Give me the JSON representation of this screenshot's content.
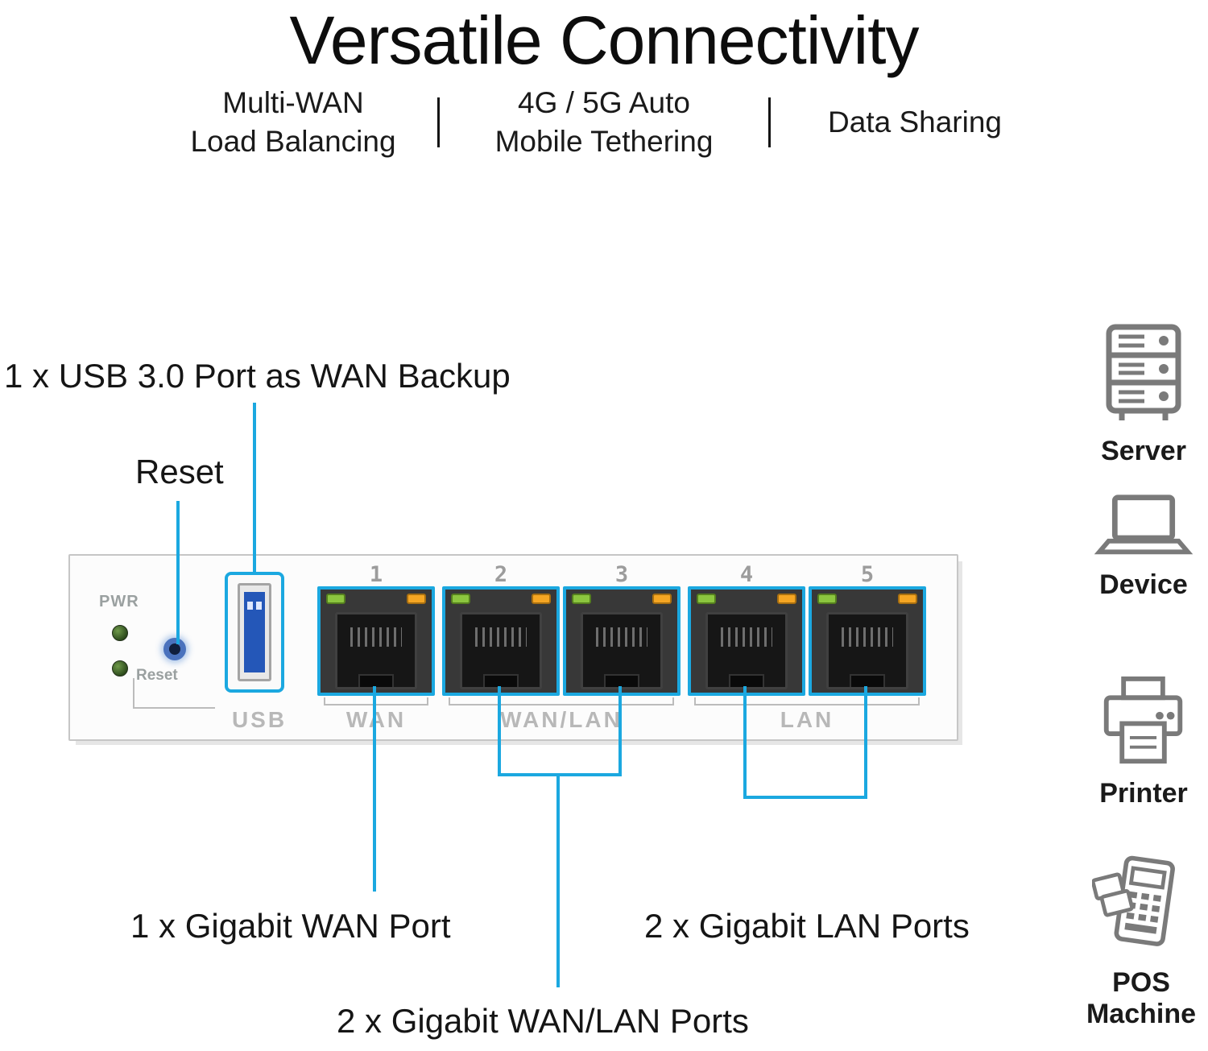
{
  "title": "Versatile Connectivity",
  "features": [
    {
      "line1": "Multi-WAN",
      "line2": "Load Balancing"
    },
    {
      "line1": "4G / 5G Auto",
      "line2": "Mobile Tethering"
    },
    {
      "line1": "Data Sharing",
      "line2": ""
    }
  ],
  "callouts": {
    "usb": "1 x USB 3.0 Port as WAN Backup",
    "reset": "Reset",
    "wan": "1 x Gigabit WAN Port",
    "lan": "2 x Gigabit LAN Ports",
    "wanlan": "2 x Gigabit WAN/LAN Ports"
  },
  "router": {
    "pwr_label": "PWR",
    "reset_label": "Reset",
    "port_numbers": [
      "1",
      "2",
      "3",
      "4",
      "5"
    ],
    "usb_label": "USB",
    "wan_label": "WAN",
    "wanlan_label": "WAN/LAN",
    "lan_label": "LAN"
  },
  "side_items": [
    {
      "label": "Server",
      "icon": "server-icon"
    },
    {
      "label": "Device",
      "icon": "laptop-icon"
    },
    {
      "label": "Printer",
      "icon": "printer-icon"
    },
    {
      "label": "POS Machine",
      "icon": "pos-terminal-icon"
    }
  ],
  "colors": {
    "accent_cyan": "#1BA8E0",
    "led_green": "#8CC63F",
    "led_orange": "#F5A623",
    "pwr_led_green": "#2C4A1C",
    "usb_blue": "#2457B8",
    "icon_gray": "#7A7A7A",
    "muted_label_gray": "#B8B8B8"
  }
}
